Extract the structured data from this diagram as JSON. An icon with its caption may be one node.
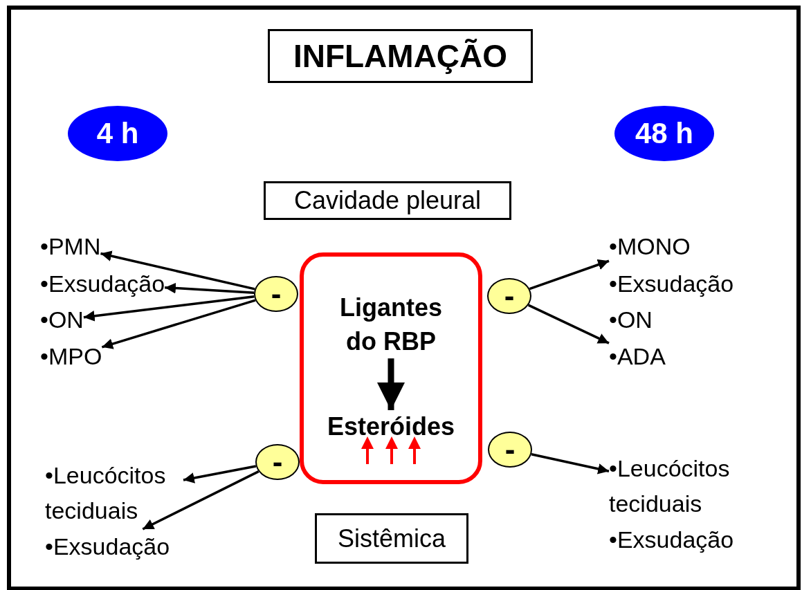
{
  "diagram": {
    "nodes": [
      {
        "text": [
          "INFLAMAÇÃO"
        ]
      },
      {
        "text": [
          "4 h"
        ]
      },
      {
        "text": [
          "48 h"
        ]
      },
      {
        "text": [
          "Cavidade pleural"
        ]
      },
      {
        "text": [
          "•PMN"
        ]
      },
      {
        "text": [
          "•Exsudação"
        ]
      },
      {
        "text": [
          "•ON"
        ]
      },
      {
        "text": [
          "•MPO"
        ]
      },
      {
        "text": [
          "-"
        ]
      },
      {
        "text": [],
        "shape": "box"
      },
      {
        "text": [
          "Ligantes do RBP"
        ],
        "in": 9
      },
      {
        "text": [
          "Esteróides"
        ],
        "in": 9
      },
      {
        "text": [
          "-"
        ]
      },
      {
        "text": [
          "•MONO"
        ]
      },
      {
        "text": [
          "•Exsudação"
        ]
      },
      {
        "text": [
          "•ON"
        ]
      },
      {
        "text": [
          "•ADA"
        ]
      },
      {
        "text": [
          "-"
        ]
      },
      {
        "text": [
          "•Leucócitos teciduais"
        ]
      },
      {
        "text": [
          "•Exsudação"
        ]
      },
      {
        "text": [
          "-"
        ]
      },
      {
        "text": [
          "•Leucócitos teciduais"
        ]
      },
      {
        "text": [
          "•Exsudação"
        ]
      },
      {
        "text": [
          "Sistêmica"
        ]
      }
    ],
    "edges": [
      {
        "from": 8,
        "to": 4,
        "arrow": "to"
      },
      {
        "from": 8,
        "to": 5,
        "arrow": "to"
      },
      {
        "from": 8,
        "to": 6,
        "arrow": "to"
      },
      {
        "from": 8,
        "to": 7,
        "arrow": "to"
      },
      {
        "from": 10,
        "to": 11,
        "arrow": "to",
        "style": "thick"
      },
      {
        "from": 12,
        "to": 13,
        "arrow": "to"
      },
      {
        "from": 12,
        "to": 16,
        "arrow": "to"
      },
      {
        "from": 17,
        "to": 18,
        "arrow": "to"
      },
      {
        "from": 17,
        "to": 19,
        "arrow": "to"
      },
      {
        "from": 20,
        "to": 21,
        "arrow": "to"
      }
    ]
  }
}
